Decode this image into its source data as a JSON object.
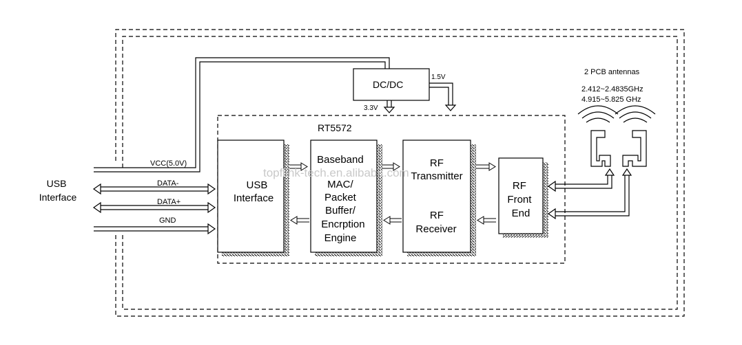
{
  "diagram": {
    "usb_interface_label": [
      "USB",
      "Interface"
    ],
    "chip_label": "RT5572",
    "dcdc_label": "DC/DC",
    "dcdc_out_1v5": "1.5V",
    "dcdc_out_3v3": "3.3V",
    "signals": {
      "vcc": "VCC(5.0V)",
      "data_minus": "DATA-",
      "data_plus": "DATA+",
      "gnd": "GND"
    },
    "blocks": {
      "usb": [
        "USB",
        "Interface"
      ],
      "baseband": [
        "Baseband",
        "MAC/",
        "Packet",
        "Buffer/",
        "Encrption",
        "Engine"
      ],
      "rf_tx": [
        "RF",
        "Transmitter"
      ],
      "rf_rx": [
        "RF",
        "Receiver"
      ],
      "rf_front": [
        "RF",
        "Front",
        "End"
      ]
    },
    "antennas": {
      "title": "2 PCB antennas",
      "freq_1": "2.412~2.4835GHz",
      "freq_2": "4.915~5.825 GHz"
    },
    "watermark": "topflink-tech.en.alibaba.com"
  }
}
